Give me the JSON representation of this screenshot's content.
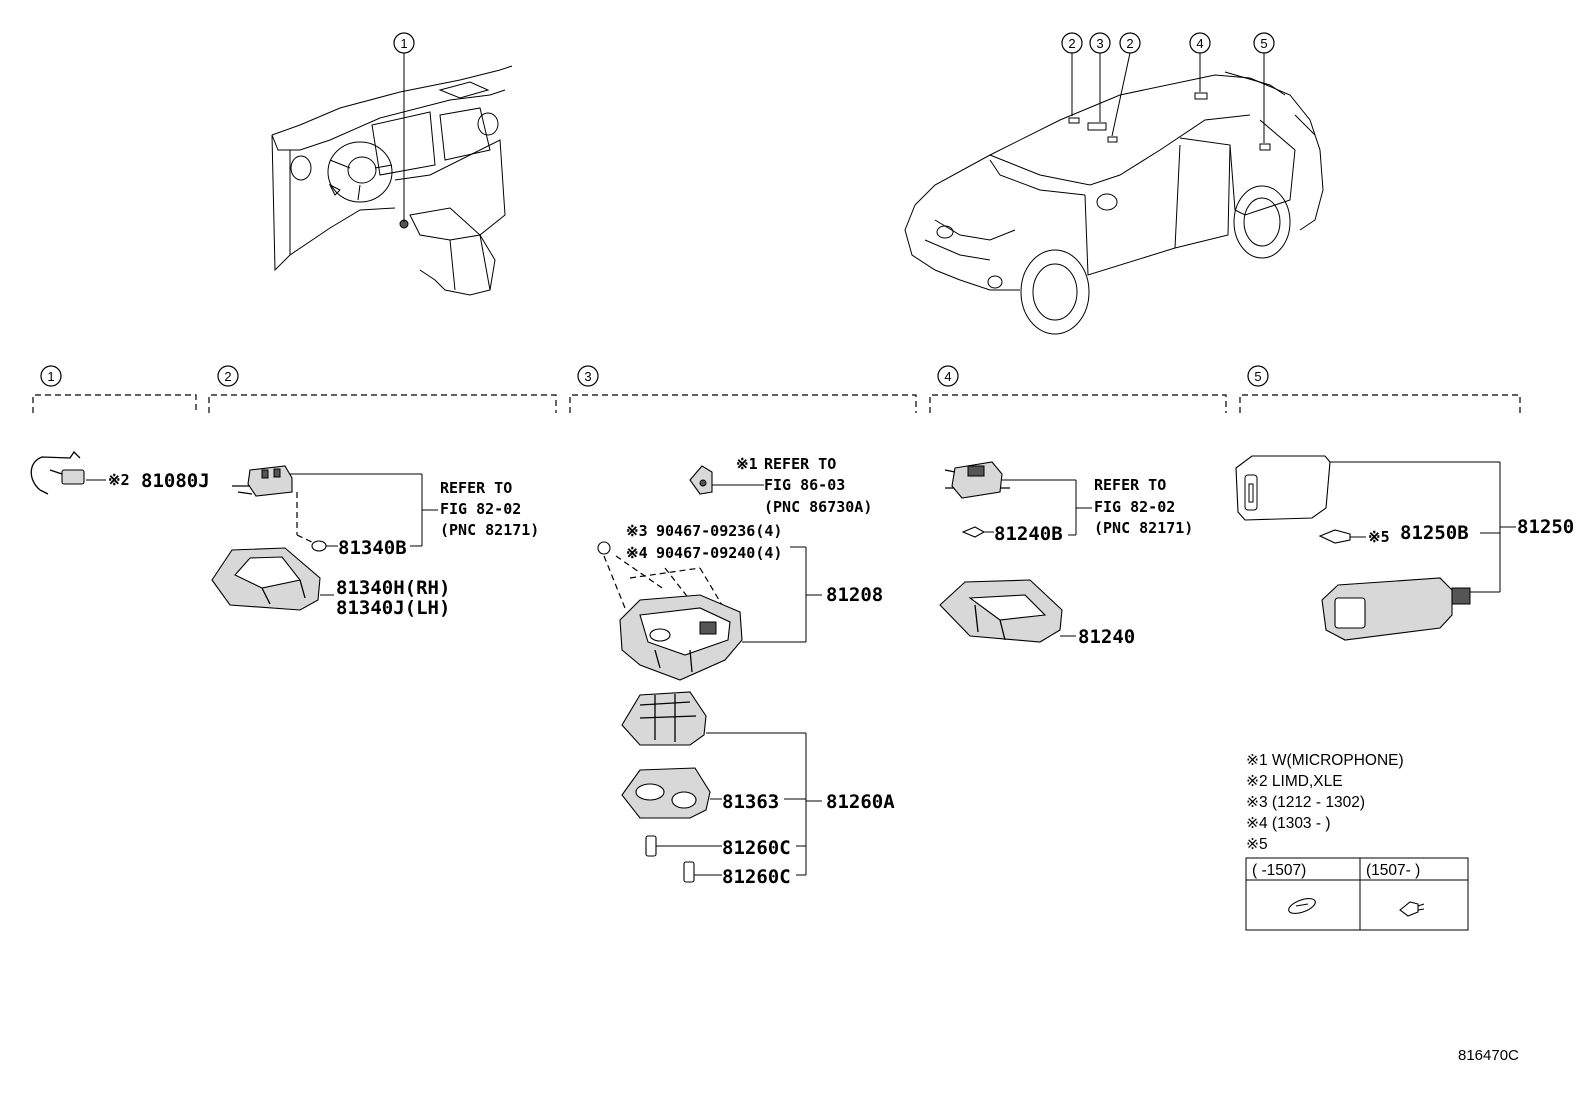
{
  "callouts": {
    "c1": "1",
    "c2": "2",
    "c3": "3",
    "c4": "4",
    "c5": "5"
  },
  "section1": {
    "mark": "※2",
    "part": "81080J"
  },
  "section2": {
    "refer_line1": "REFER TO",
    "refer_line2": "FIG 82-02",
    "refer_line3": "(PNC 82171)",
    "bulb": "81340B",
    "lamp_rh": "81340H(RH)",
    "lamp_lh": "81340J(LH)"
  },
  "section3": {
    "mark1": "※1",
    "refer_line1": "REFER TO",
    "refer_line2": "FIG 86-03",
    "refer_line3": "(PNC 86730A)",
    "screw1_mark": "※3",
    "screw1": "90467-09236(4)",
    "screw2_mark": "※4",
    "screw2": "90467-09240(4)",
    "console": "81208",
    "lens": "81363",
    "assy": "81260A",
    "bulb1": "81260C",
    "bulb2": "81260C"
  },
  "section4": {
    "refer_line1": "REFER TO",
    "refer_line2": "FIG 82-02",
    "refer_line3": "(PNC 82171)",
    "bulb": "81240B",
    "lamp": "81240"
  },
  "section5": {
    "mark": "※5",
    "bulb": "81250B",
    "assy": "81250"
  },
  "notes": {
    "n1": "※1 W(MICROPHONE)",
    "n2": "※2 LIMD,XLE",
    "n3": "※3 (1212 - 1302)",
    "n4": "※4 (1303 -        )",
    "n5": "※5",
    "table_col1": "(      -1507)",
    "table_col2": "(1507-      )"
  },
  "diagram_code": "816470C"
}
